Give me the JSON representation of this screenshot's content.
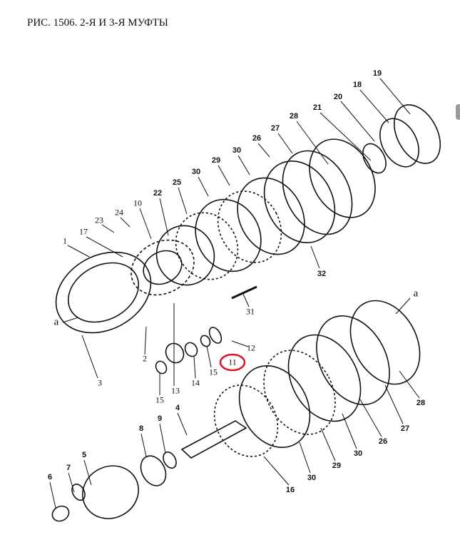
{
  "title": "РИС. 1506. 2-Я И 3-Я МУФТЫ",
  "highlight_color": "#e0141e",
  "highlighted_part": "11",
  "labels": {
    "p19": "19",
    "p18": "18",
    "p20": "20",
    "p21": "21",
    "p28a": "28",
    "p27a": "27",
    "p26a": "26",
    "p30a": "30",
    "p29a": "29",
    "p30b": "30",
    "p25": "25",
    "p22": "22",
    "p10": "10",
    "p24": "24",
    "p23": "23",
    "p17": "17",
    "p1": "1",
    "pa1": "a",
    "p3": "3",
    "p2": "2",
    "p13": "13",
    "p15a": "15",
    "p14": "14",
    "p15b": "15",
    "p11": "11",
    "p12": "12",
    "p31": "31",
    "p32": "32",
    "pa2": "a",
    "p28b": "28",
    "p27b": "27",
    "p26b": "26",
    "p30c": "30",
    "p29b": "29",
    "p30d": "30",
    "p16": "16",
    "p4": "4",
    "p9": "9",
    "p8": "8",
    "p7": "7",
    "p5": "5",
    "p6": "6"
  }
}
